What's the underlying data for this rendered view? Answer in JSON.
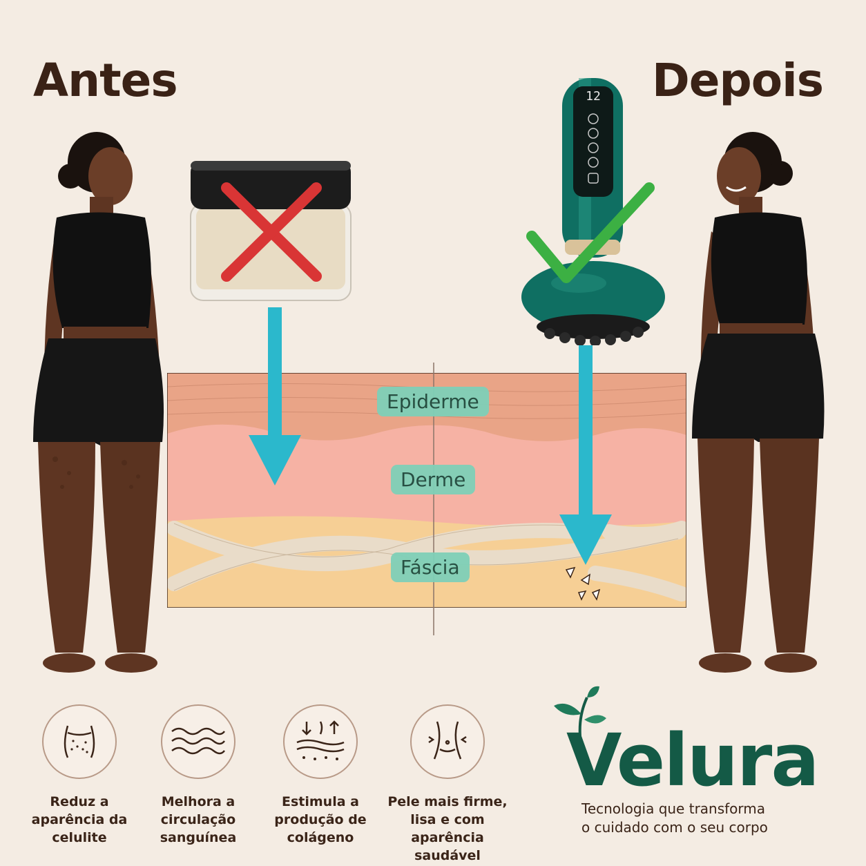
{
  "headings": {
    "before": "Antes",
    "after": "Depois"
  },
  "device_display": "12",
  "layers": {
    "epidermis": "Epiderme",
    "dermis": "Derme",
    "fascia": "Fáscia"
  },
  "benefits": [
    {
      "icon": "cellulite-hips-icon",
      "line1": "Reduz a",
      "line2": "aparência da",
      "line3": "celulite"
    },
    {
      "icon": "waves-circulation-icon",
      "line1": "Melhora a",
      "line2": "circulação",
      "line3": "sanguínea"
    },
    {
      "icon": "collagen-arrows-icon",
      "line1": "Estimula a",
      "line2": "produção de",
      "line3": "colágeno"
    },
    {
      "icon": "firm-waist-icon",
      "line1": "Pele mais firme,",
      "line2": "lisa e com aparência",
      "line3": "saudável"
    }
  ],
  "brand": {
    "name": "Velura",
    "tagline_line1": "Tecnologia que transforma",
    "tagline_line2": "o cuidado com o seu corpo"
  },
  "colors": {
    "background": "#f4ece3",
    "heading": "#3a2216",
    "cross": "#d93535",
    "check": "#3cb043",
    "arrow": "#2bb8cc",
    "brand": "#145a46",
    "device": "#0f6f62"
  }
}
